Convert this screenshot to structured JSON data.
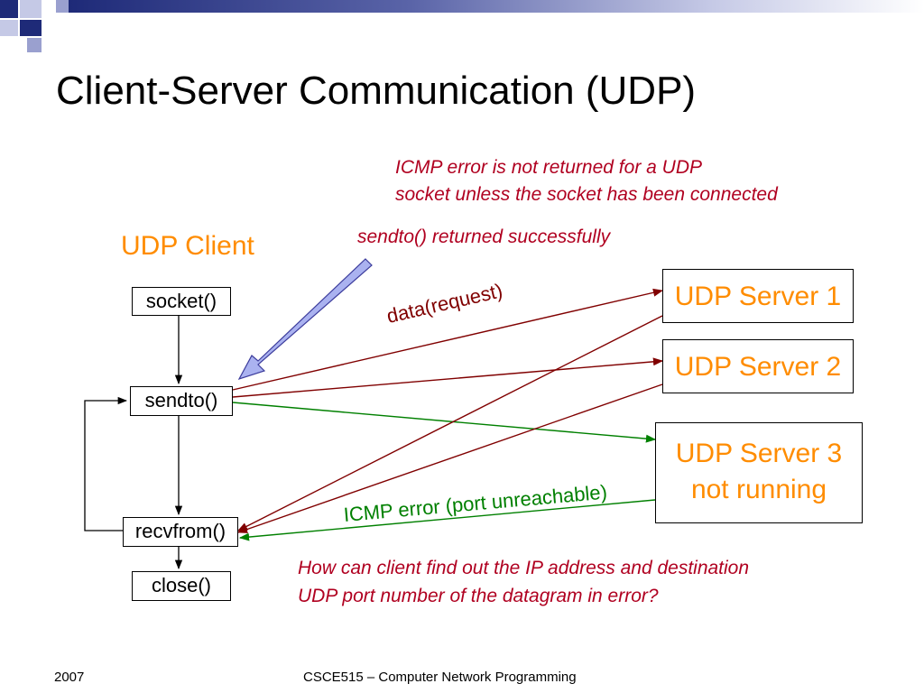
{
  "title": "Client-Server Communication (UDP)",
  "notes": {
    "icmp_line1": "ICMP error is not returned for a UDP",
    "icmp_line2": "socket unless the socket has been connected",
    "sendto_ok": "sendto() returned successfully",
    "question_line1": "How can client find out the IP address and destination",
    "question_line2": "UDP port number of the datagram in error?"
  },
  "client": {
    "label": "UDP Client",
    "steps": [
      "socket()",
      "sendto()",
      "recvfrom()",
      "close()"
    ]
  },
  "servers": {
    "s1": "UDP Server 1",
    "s2": "UDP Server 2",
    "s3_line1": "UDP Server 3",
    "s3_line2": "not running"
  },
  "edge_labels": {
    "request": "data(request)",
    "icmp": "ICMP error (port unreachable)"
  },
  "footer": {
    "year": "2007",
    "course": "CSCE515 – Computer Network Programming"
  },
  "colors": {
    "note_text": "#b00020",
    "client_and_server_text": "#ff8c00",
    "request_arrows": "#800000",
    "icmp_arrow": "#008000",
    "callout_arrow_fill": "#aab2f0",
    "callout_arrow_stroke": "#3c3c9c",
    "decor_navy": "#1e2a78",
    "decor_light": "#9aa0cf"
  }
}
